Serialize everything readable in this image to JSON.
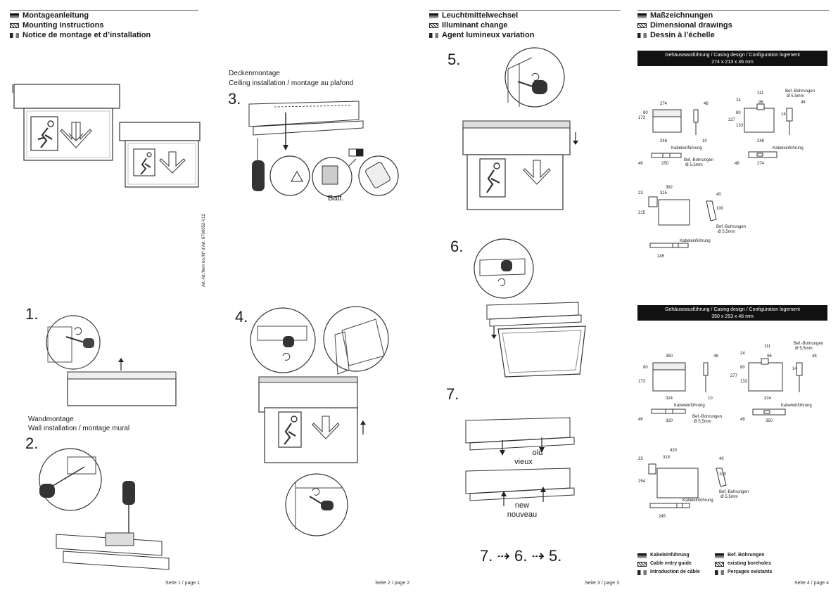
{
  "page1": {
    "headers": [
      "Montageanleitung",
      "Mounting Instructions",
      "Notice de montage et d’installation"
    ],
    "art_no": "Art.-Nr./Item no./Nº d’Art. 6700052-V12",
    "step1": "1.",
    "wall_caption_de": "Wandmontage",
    "wall_caption": "Wall installation / montage mural",
    "step2": "2.",
    "page_label": "Seite 1 / page 1"
  },
  "page2": {
    "ceiling_caption_de": "Deckenmontage",
    "ceiling_caption": "Ceiling installation / montage au plafond",
    "step3": "3.",
    "batt_label": "Batt.",
    "step4": "4.",
    "page_label": "Seite 2 / page 2"
  },
  "page3": {
    "headers": [
      "Leuchtmittelwechsel",
      "Illuminant change",
      "Agent lumineux variation"
    ],
    "step5": "5.",
    "step6": "6.",
    "step7": "7.",
    "old_label": "old",
    "old_label_fr": "vieux",
    "new_label": "new",
    "new_label_fr": "nouveau",
    "sequence": "7. ⇢ 6. ⇢ 5.",
    "page_label": "Seite 3 / page 3"
  },
  "page4": {
    "headers": [
      "Maßzeichnungen",
      "Dimensional drawings",
      "Dessin à l’échelle"
    ],
    "band1_title": "Gehäuseausführung / Casing design / Configuration logement",
    "band1_size": "274 x 213 x 46 mm",
    "band2_title": "Gehäuseausführung / Casing design / Configuration logement",
    "band2_size": "350 x 253 x 46 mm",
    "dims1": {
      "w": "274",
      "d": "46",
      "h_a": "173",
      "h_b": "80",
      "base": "248",
      "foot": "10",
      "mount": "250",
      "d2": "46",
      "top": "111",
      "top2": "96",
      "top3": "48",
      "side_a": "24",
      "side_b": "80",
      "side_c": "227",
      "side_d": "133",
      "side_e": "14",
      "base2": "248",
      "w2": "274",
      "d3": "48",
      "ceil_w": "382",
      "ceil_w2": "315",
      "ceil_h": "23",
      "ceil_h2": "215",
      "ceil_d": "40",
      "ceil_e": "100",
      "foot2": "245"
    },
    "dims2": {
      "w": "350",
      "d": "46",
      "h_a": "173",
      "h_b": "80",
      "base": "324",
      "foot": "10",
      "mount": "320",
      "d2": "46",
      "top": "111",
      "top2": "96",
      "top3": "48",
      "side_a": "24",
      "side_b": "80",
      "side_c": "277",
      "side_d": "133",
      "side_e": "14",
      "base2": "324",
      "w2": "350",
      "d3": "48",
      "ceil_w": "420",
      "ceil_w2": "315",
      "ceil_h": "23",
      "ceil_h2": "254",
      "ceil_d": "40",
      "ceil_e": "100",
      "foot2": "245"
    },
    "bore_label": "Bef.-Bohrungen",
    "bore_size": "Ø 5,5mm",
    "cable_label": "Kabeleinführung",
    "legend": [
      {
        "de": "Kabeleinführung",
        "en": "Cable entry guide",
        "fr": "Introduction de câble"
      },
      {
        "de": "Bef. Bohrungen",
        "en": "existing boreholes",
        "fr": "Perçages existants"
      }
    ],
    "page_label": "Seite 4 / page 4"
  }
}
